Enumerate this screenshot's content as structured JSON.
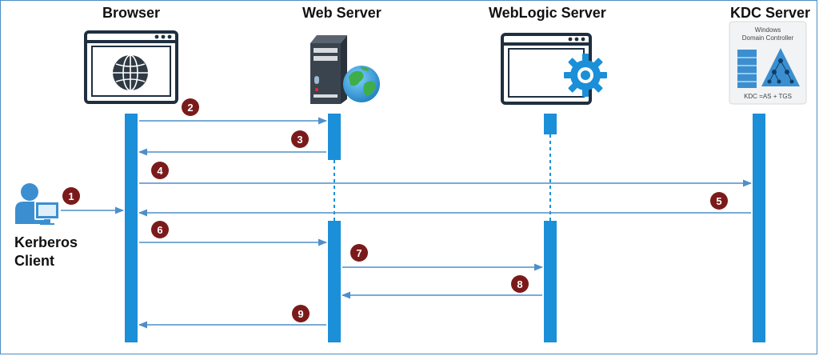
{
  "participants": {
    "browser": "Browser",
    "web_server": "Web Server",
    "weblogic": "WebLogic Server",
    "kdc": "KDC Server"
  },
  "client": {
    "line1": "Kerberos",
    "line2": "Client"
  },
  "kdc_card": {
    "title_line1": "Windows",
    "title_line2": "Domain Controller",
    "footer": "KDC =AS + TGS"
  },
  "steps": [
    {
      "num": "1"
    },
    {
      "num": "2"
    },
    {
      "num": "3"
    },
    {
      "num": "4"
    },
    {
      "num": "5"
    },
    {
      "num": "6"
    },
    {
      "num": "7"
    },
    {
      "num": "8"
    },
    {
      "num": "9"
    }
  ],
  "colors": {
    "lifeline": "#1b8fd8",
    "arrow": "#4f8fc8",
    "badge": "#7b1a1a",
    "icon_dark": "#1f2f3f",
    "gear": "#1b8fd8"
  }
}
